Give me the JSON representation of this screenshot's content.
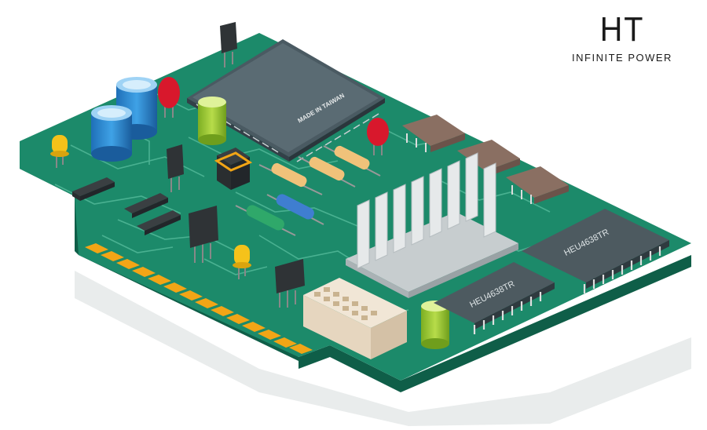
{
  "logo": {
    "mark": "HT",
    "tagline": "INFINITE POWER"
  },
  "board": {
    "chip_marking": "MADE IN TAIWAN",
    "ic_left_marking": "HEU4638TR",
    "ic_right_marking": "HEU4638TR"
  },
  "colors": {
    "pcb": "#1c8a6a",
    "pcb_edge": "#0f5e48",
    "trace": "#52b898",
    "gold": "#f2a516",
    "chip": "#5a6b73",
    "heatsink": "#dde1e2"
  }
}
